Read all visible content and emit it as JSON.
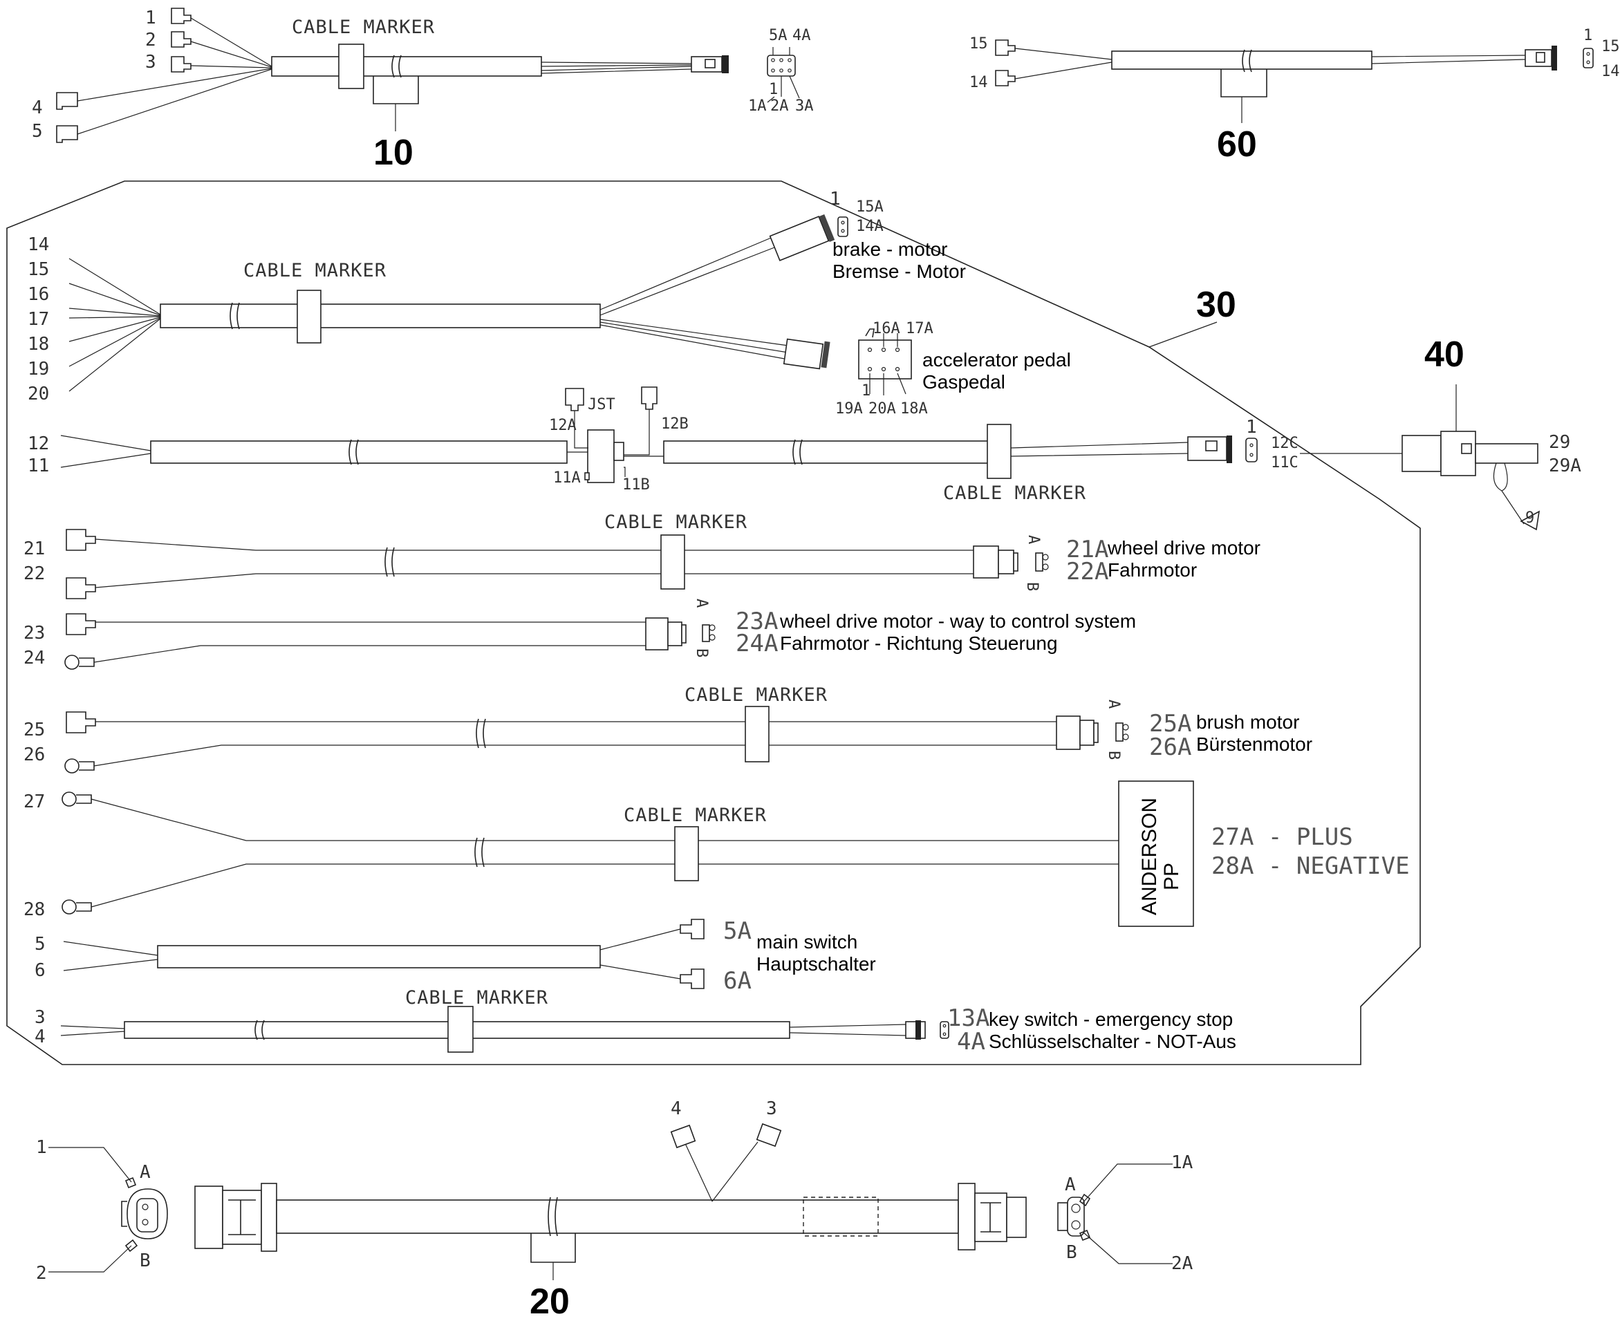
{
  "harness_10": {
    "wires": [
      "1",
      "2",
      "3",
      "4",
      "5"
    ],
    "marker": "CABLE MARKER",
    "connector_pins": [
      "5A",
      "4A",
      "1",
      "1A",
      "2A",
      "3A"
    ],
    "item": "10"
  },
  "harness_60": {
    "wires": [
      "15",
      "14"
    ],
    "connector_pins": [
      "1",
      "15",
      "14"
    ],
    "item": "60"
  },
  "harness_30": {
    "item": "30",
    "brake": {
      "wires": [
        "14",
        "15",
        "16",
        "17",
        "18",
        "19",
        "20"
      ],
      "marker": "CABLE MARKER",
      "pins": [
        "1",
        "15A",
        "14A"
      ],
      "desc_en": "brake - motor",
      "desc_de": "Bremse - Motor"
    },
    "pedal": {
      "pins_top": [
        "16A",
        "17A"
      ],
      "pins_bottom": [
        "1",
        "19A",
        "20A",
        "18A"
      ],
      "desc_en": "accelerator pedal",
      "desc_de": "Gaspedal"
    },
    "signal": {
      "wires": [
        "12",
        "11"
      ],
      "jst": "JST",
      "labels": [
        "12A",
        "12B",
        "11A",
        "11B"
      ],
      "marker": "CABLE MARKER",
      "pins": [
        "1",
        "12C",
        "11C"
      ]
    },
    "drive1": {
      "wires": [
        "21",
        "22"
      ],
      "marker": "CABLE MARKER",
      "ab": [
        "A",
        "B"
      ],
      "pins": [
        "21A",
        "22A"
      ],
      "desc_en": "wheel drive motor",
      "desc_de": "Fahrmotor"
    },
    "drive2": {
      "wires": [
        "23",
        "24"
      ],
      "ab": [
        "A",
        "B"
      ],
      "pins": [
        "23A",
        "24A"
      ],
      "desc_en": "wheel drive motor - way to control system",
      "desc_de": "Fahrmotor - Richtung Steuerung"
    },
    "brush": {
      "wires": [
        "25",
        "26"
      ],
      "marker": "CABLE MARKER",
      "ab": [
        "A",
        "B"
      ],
      "pins": [
        "25A",
        "26A"
      ],
      "desc_en": "brush motor",
      "desc_de": "Bürstenmotor"
    },
    "power": {
      "wires": [
        "27",
        "28"
      ],
      "marker": "CABLE MARKER",
      "anderson": [
        "ANDERSON",
        "PP"
      ],
      "plus": "27A - PLUS",
      "negative": "28A - NEGATIVE"
    },
    "main_switch": {
      "wires": [
        "5",
        "6"
      ],
      "pins": [
        "5A",
        "6A"
      ],
      "desc_en": "main switch",
      "desc_de": "Hauptschalter"
    },
    "key_switch": {
      "wires": [
        "3",
        "4"
      ],
      "marker": "CABLE MARKER",
      "pins": [
        "13A",
        "4A"
      ],
      "desc_en": "key switch - emergency stop",
      "desc_de": "Schlüsselschalter - NOT-Aus"
    }
  },
  "harness_40": {
    "item": "40",
    "wires": [
      "29",
      "29A"
    ],
    "tag": "9"
  },
  "harness_20": {
    "item": "20",
    "left": [
      "1",
      "A",
      "2",
      "B"
    ],
    "mid": [
      "4",
      "3"
    ],
    "right": [
      "A",
      "1A",
      "B",
      "2A"
    ]
  }
}
